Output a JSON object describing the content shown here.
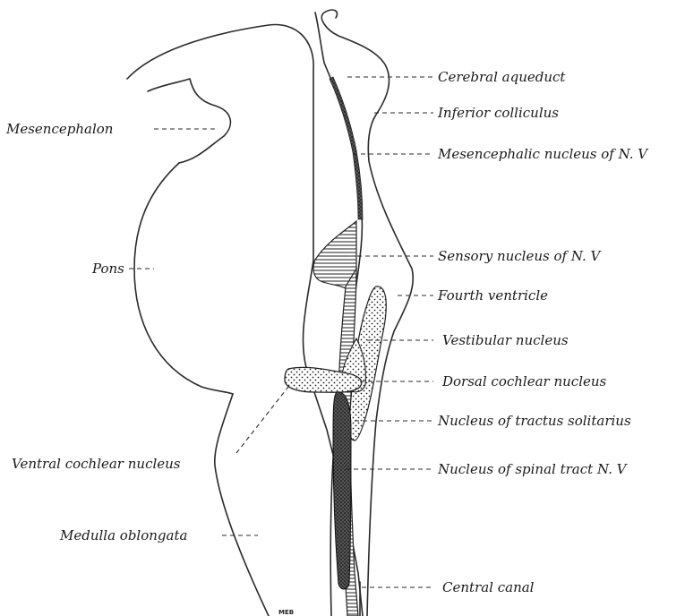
{
  "labels": {
    "mesencephalon": "Mesencephalon",
    "pons": "Pons",
    "ventral_cochlear_nucleus": "Ventral cochlear nucleus",
    "medulla_oblongata": "Medulla oblongata",
    "cerebral_aqueduct": "Cerebral aqueduct",
    "inferior_colliculus": "Inferior colliculus",
    "mesencephalic_nucleus": "Mesencephalic nucleus of N. V",
    "sensory_nucleus": "Sensory nucleus of N. V",
    "fourth_ventricle": "Fourth ventricle",
    "vestibular_nucleus": "Vestibular nucleus",
    "dorsal_cochlear_nucleus": "Dorsal cochlear nucleus",
    "nucleus_tractus_solitarius": "Nucleus of tractus solitarius",
    "nucleus_spinal_tract": "Nucleus of spinal tract N. V",
    "central_canal": "Central canal"
  },
  "signature": "MEB"
}
